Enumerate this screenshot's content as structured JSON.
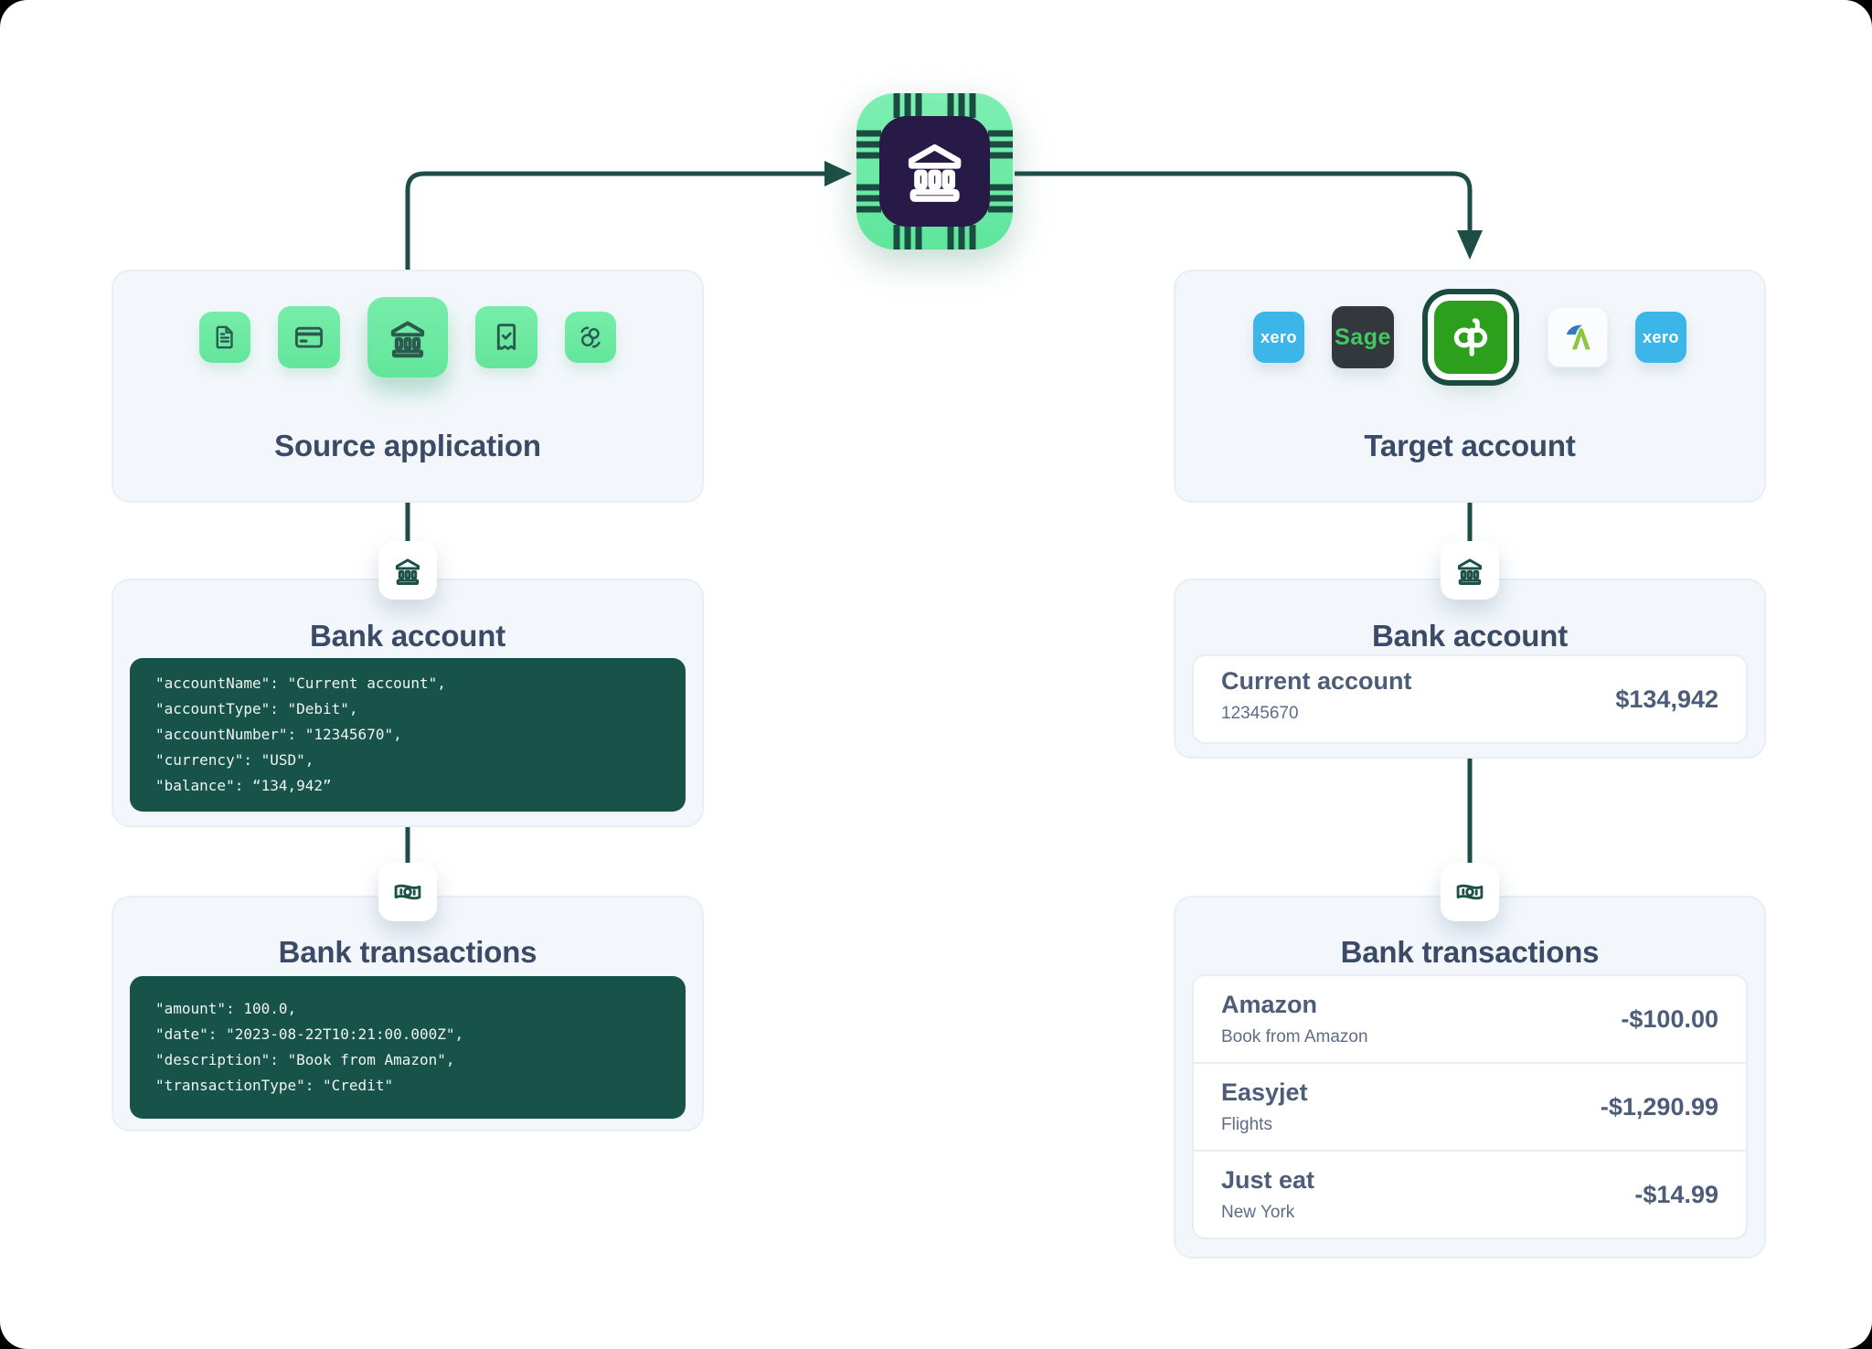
{
  "colors": {
    "accent_green": "#6ee9a2",
    "dark_teal": "#1d4e46",
    "code_background": "#175349",
    "title_text": "#3b4a66",
    "primary_text": "#4d5c78",
    "secondary_text": "#5e6c86",
    "panel_background": "#f3f7fb",
    "chip_inner": "#271a47",
    "quickbooks_green": "#2ca01c",
    "xero_blue": "#3cb5e8",
    "sage_dark": "#33383c",
    "sage_green": "#41c962",
    "freeagent_blue": "#2e7dc2",
    "freeagent_green": "#8cc63f"
  },
  "chip": {
    "icon": "bank-chip-icon"
  },
  "source_panel": {
    "title": "Source application",
    "icons": [
      {
        "name": "file-document-icon"
      },
      {
        "name": "credit-card-icon"
      },
      {
        "name": "bank-icon",
        "selected": true
      },
      {
        "name": "receipt-check-icon"
      },
      {
        "name": "sync-icon"
      }
    ]
  },
  "target_panel": {
    "title": "Target account",
    "logos": [
      {
        "name": "xero-logo",
        "label": "xero"
      },
      {
        "name": "sage-logo",
        "label": "Sage"
      },
      {
        "name": "quickbooks-logo",
        "selected": true
      },
      {
        "name": "freeagent-logo"
      },
      {
        "name": "xero-logo",
        "label": "xero"
      }
    ]
  },
  "left_bank_account": {
    "badge_icon": "bank-icon",
    "title": "Bank account",
    "code_lines": [
      "\"accountName\": \"Current account\",",
      "\"accountType\": \"Debit\",",
      "\"accountNumber\": \"12345670\",",
      "\"currency\": \"USD\",",
      "\"balance\": “134,942”"
    ]
  },
  "left_bank_transactions": {
    "badge_icon": "banknote-icon",
    "title": "Bank transactions",
    "code_lines": [
      "\"amount\": 100.0,",
      "\"date\": \"2023-08-22T10:21:00.000Z\",",
      "\"description\": \"Book from Amazon\",",
      "\"transactionType\": \"Credit\""
    ]
  },
  "right_bank_account": {
    "badge_icon": "bank-icon",
    "title": "Bank account",
    "account": {
      "name": "Current account",
      "number": "12345670",
      "balance": "$134,942"
    }
  },
  "right_bank_transactions": {
    "badge_icon": "banknote-icon",
    "title": "Bank transactions",
    "rows": [
      {
        "name": "Amazon",
        "detail": "Book from Amazon",
        "amount": "-$100.00"
      },
      {
        "name": "Easyjet",
        "detail": "Flights",
        "amount": "-$1,290.99"
      },
      {
        "name": "Just eat",
        "detail": "New York",
        "amount": "-$14.99"
      }
    ]
  }
}
